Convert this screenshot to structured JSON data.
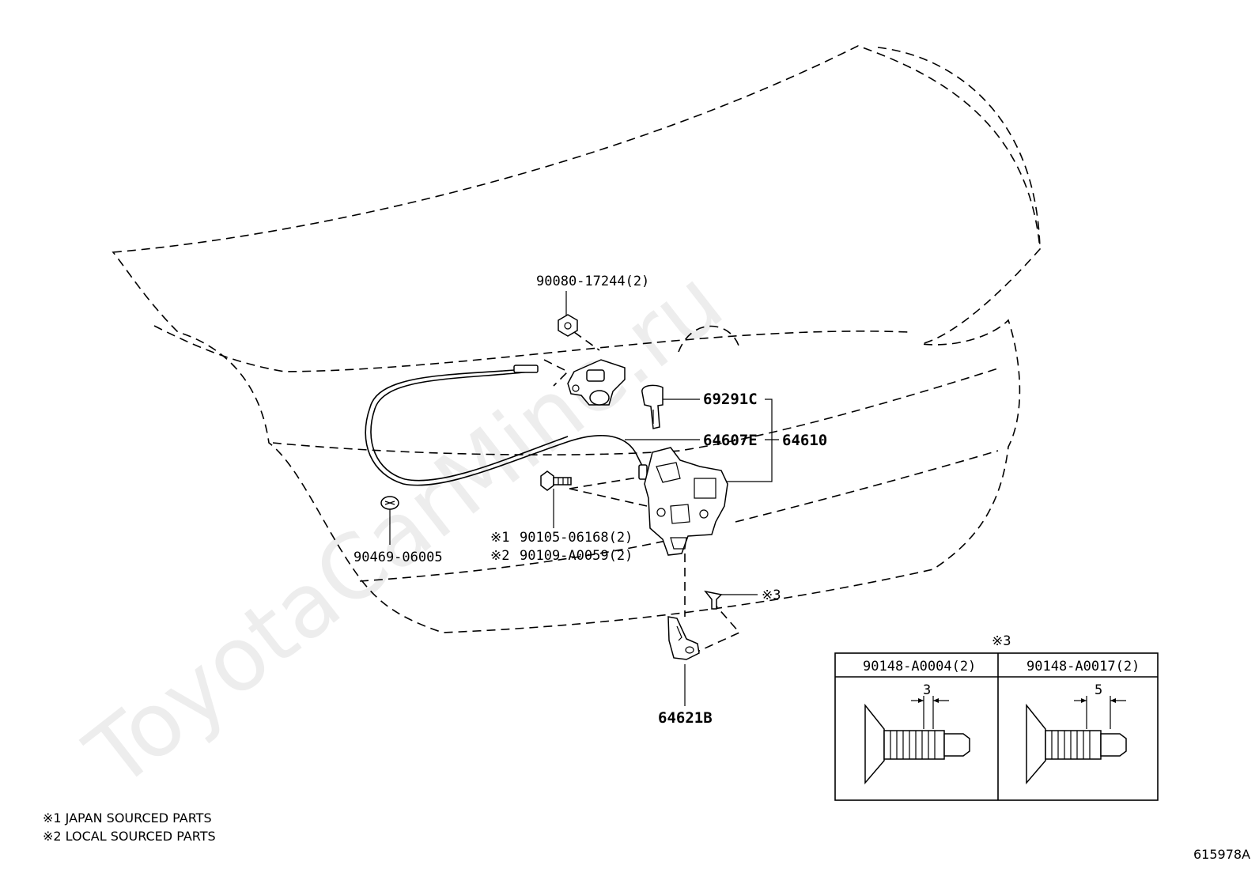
{
  "watermark": "ToyotaCarMine.ru",
  "parts": {
    "p_90080": "90080-17244(2)",
    "p_69291C": "69291C",
    "p_64607E": "64607E",
    "p_64610": "64610",
    "p_90105": "90105-06168(2)",
    "p_90109": "90109-A0059(2)",
    "p_90469": "90469-06005",
    "p_64621B": "64621B"
  },
  "markers": {
    "m1": "※1",
    "m2": "※2",
    "m3": "※3"
  },
  "inset": {
    "marker": "※3",
    "col1_header": "90148-A0004(2)",
    "col1_dim": "3",
    "col2_header": "90148-A0017(2)",
    "col2_dim": "5"
  },
  "notes": {
    "n1": "※1 JAPAN SOURCED PARTS",
    "n2": "※2 LOCAL SOURCED PARTS"
  },
  "illustration_code": "615978A"
}
